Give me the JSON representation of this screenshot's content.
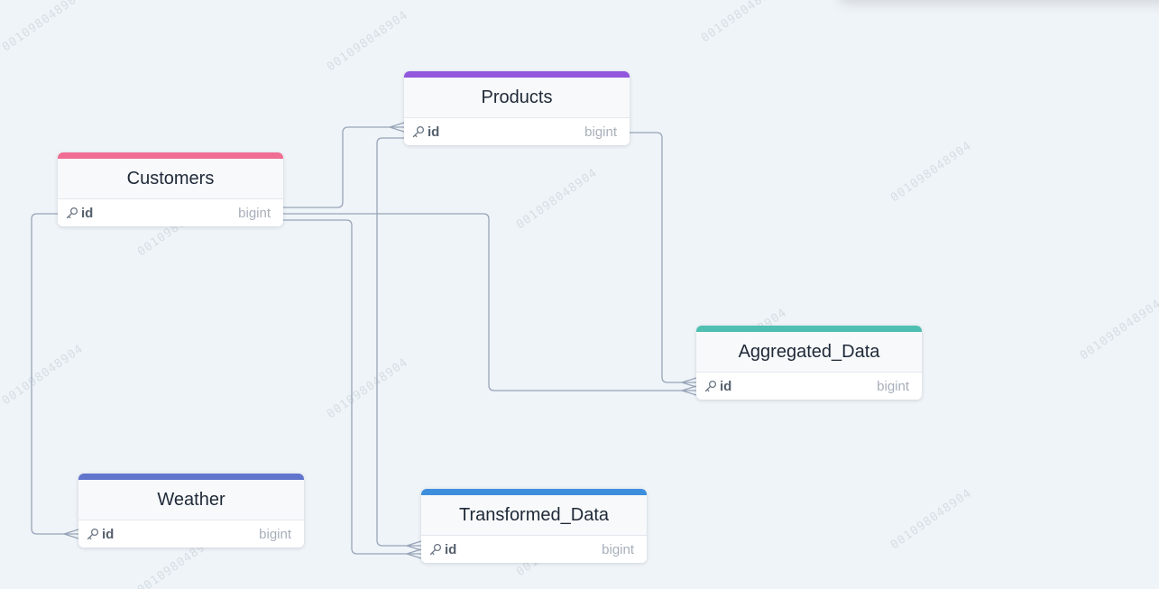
{
  "watermark": "001098048904",
  "icons": {
    "primary_key": "key-icon"
  },
  "colors": {
    "background": "#eff4f8",
    "edge": "#98a4b8",
    "customers_accent": "#f06e93",
    "products_accent": "#9157dd",
    "aggregated_data_accent": "#4fbfb1",
    "weather_accent": "#6275cc",
    "transformed_data_accent": "#3d8fdc"
  },
  "tables": {
    "customers": {
      "name": "Customers",
      "field": {
        "name": "id",
        "type": "bigint"
      }
    },
    "products": {
      "name": "Products",
      "field": {
        "name": "id",
        "type": "bigint"
      }
    },
    "aggregated_data": {
      "name": "Aggregated_Data",
      "field": {
        "name": "id",
        "type": "bigint"
      }
    },
    "weather": {
      "name": "Weather",
      "field": {
        "name": "id",
        "type": "bigint"
      }
    },
    "transformed_data": {
      "name": "Transformed_Data",
      "field": {
        "name": "id",
        "type": "bigint"
      }
    }
  },
  "relationships": [
    {
      "from": "Customers.id",
      "to": "Products.id",
      "cardinality": "one-to-many"
    },
    {
      "from": "Customers.id",
      "to": "Aggregated_Data.id",
      "cardinality": "one-to-many"
    },
    {
      "from": "Customers.id",
      "to": "Weather.id",
      "cardinality": "one-to-many"
    },
    {
      "from": "Customers.id",
      "to": "Transformed_Data.id",
      "cardinality": "one-to-many"
    },
    {
      "from": "Products.id",
      "to": "Aggregated_Data.id",
      "cardinality": "one-to-many"
    },
    {
      "from": "Products.id",
      "to": "Transformed_Data.id",
      "cardinality": "one-to-many"
    }
  ]
}
